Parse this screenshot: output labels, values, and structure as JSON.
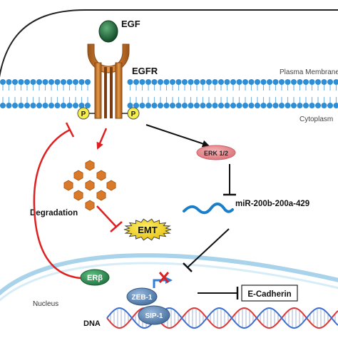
{
  "labels": {
    "egf": "EGF",
    "egfr": "EGFR",
    "plasma_membrane": "Plasma Membrane",
    "cytoplasm": "Cytoplasm",
    "phospho_left": "P",
    "phospho_right": "P",
    "erk": "ERK 1/2",
    "mirna": "miR-200b-200a-429",
    "degradation": "Degradation",
    "emt": "EMT",
    "er_beta": "ERβ",
    "zeb1": "ZEB-1",
    "sip1": "SIP-1",
    "e_cadherin": "E-Cadherin",
    "nucleus": "Nucleus",
    "dna": "DNA"
  },
  "colors": {
    "membrane_blue": "#2f8fd6",
    "egf_green": "#1f6b3a",
    "receptor_orange": "#cd7a2c",
    "inhibit_red": "#e02020",
    "erk_pink": "#e9858a",
    "emt_yellow": "#f2d21a",
    "er_beta_green": "#2e8b4e",
    "zeb_blue": "#5b87b8",
    "mirna_blue": "#1a7fc8",
    "particle_orange": "#d9792a",
    "phospho_yellow": "#f5ef48",
    "dna_red": "#d63a3a",
    "dna_blue": "#3a6fd6"
  }
}
